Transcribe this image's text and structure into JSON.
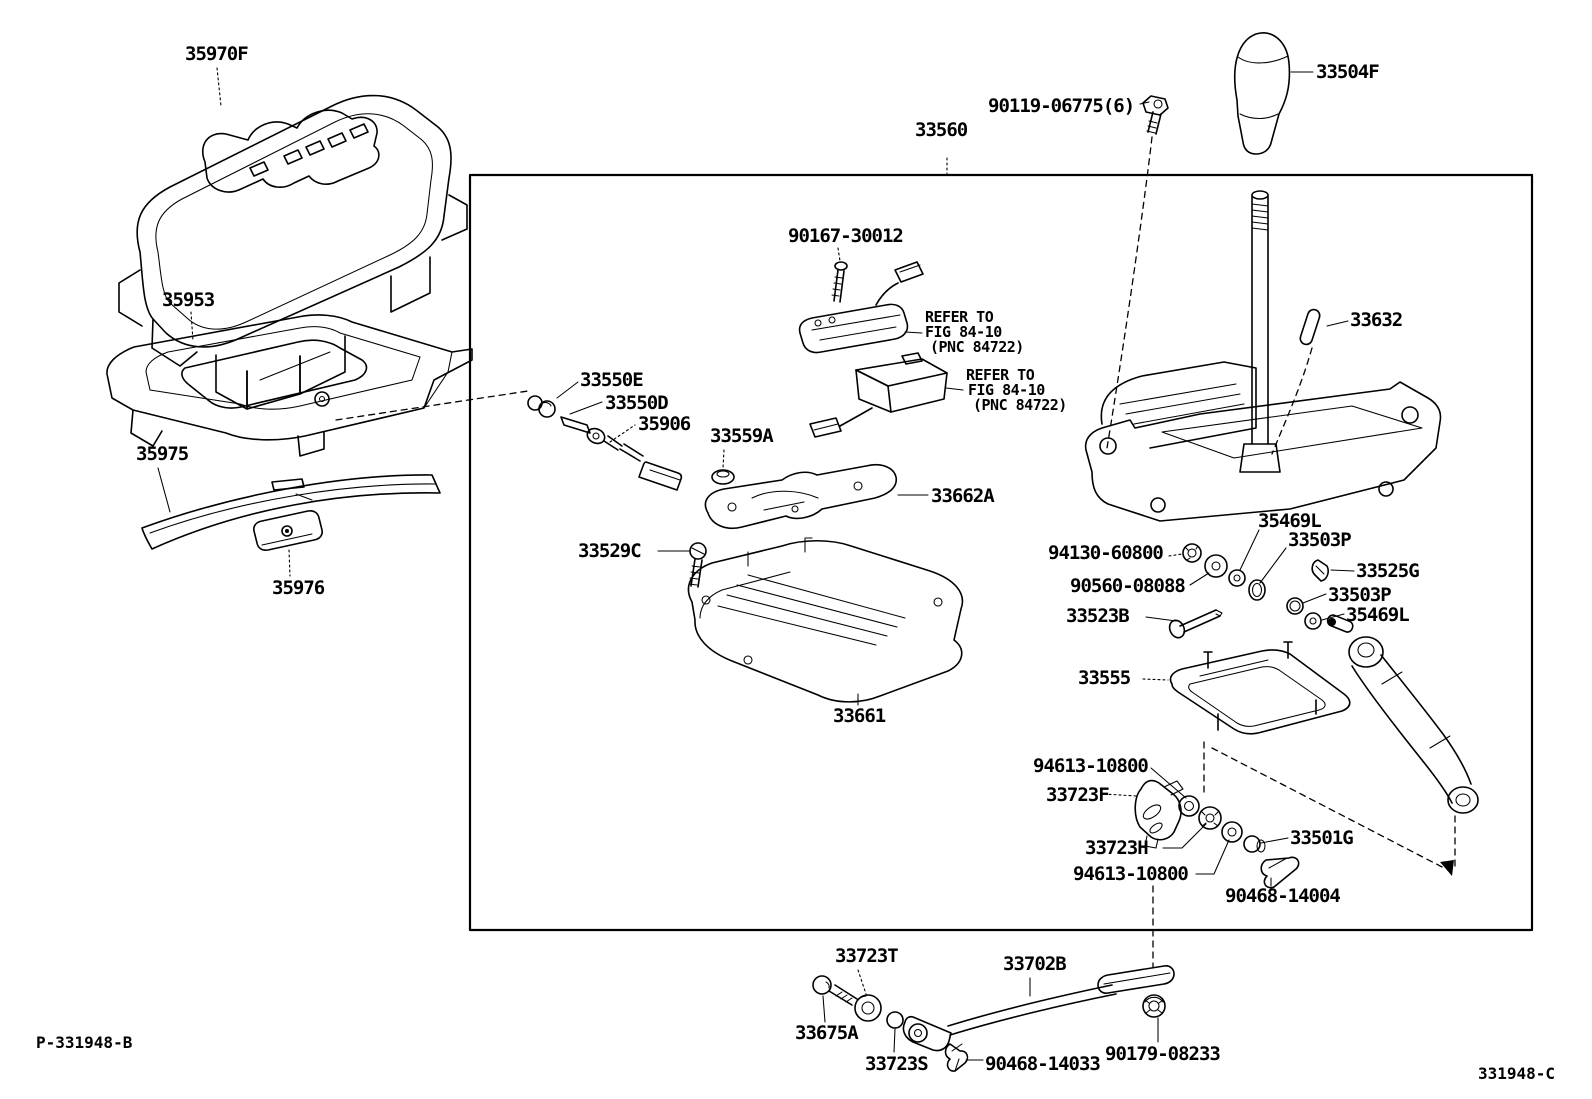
{
  "footer": {
    "left_code": "P-331948-B",
    "right_code": "331948-C"
  },
  "labels": {
    "p35970F": "35970F",
    "p33504F": "33504F",
    "p90119": "90119-06775(6)",
    "p33560": "33560",
    "p90167": "90167-30012",
    "refer1_line1": "REFER TO",
    "refer1_line2": "FIG 84-10",
    "refer1_line3": "(PNC 84722)",
    "refer2_line1": "REFER TO",
    "refer2_line2": "FIG 84-10",
    "refer2_line3": "(PNC 84722)",
    "p35953": "35953",
    "p33550E": "33550E",
    "p33550D": "33550D",
    "p35906": "35906",
    "p33559A": "33559A",
    "p33662A": "33662A",
    "p35975": "35975",
    "p33529C": "33529C",
    "p35976": "35976",
    "p33632": "33632",
    "p35469L_1": "35469L",
    "p33503P_1": "33503P",
    "p94130": "94130-60800",
    "p33525G": "33525G",
    "p90560": "90560-08088",
    "p33503P_2": "33503P",
    "p33523B": "33523B",
    "p35469L_2": "35469L",
    "p33555": "33555",
    "p33661": "33661",
    "p94613_1": "94613-10800",
    "p33723F": "33723F",
    "p33723H": "33723H",
    "p94613_2": "94613-10800",
    "p33501G": "33501G",
    "p90468_14004": "90468-14004",
    "p33723T": "33723T",
    "p33702B": "33702B",
    "p33675A": "33675A",
    "p33723S": "33723S",
    "p90468_14033": "90468-14033",
    "p90179": "90179-08233"
  }
}
